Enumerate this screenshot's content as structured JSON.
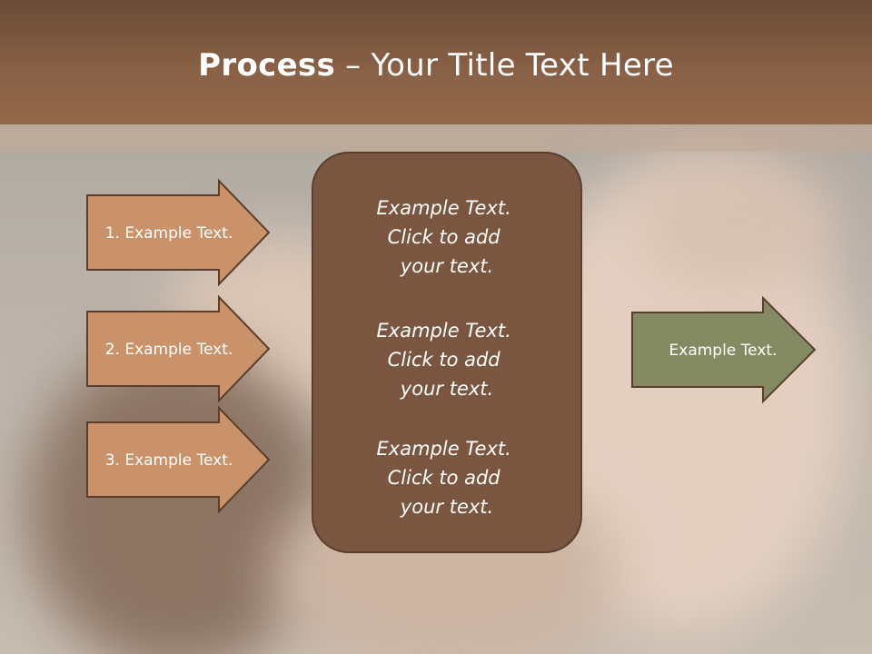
{
  "title": {
    "bold": "Process",
    "rest": " – Your Title Text Here"
  },
  "input_arrows": [
    {
      "label": "1. Example Text."
    },
    {
      "label": "2. Example Text."
    },
    {
      "label": "3. Example Text."
    }
  ],
  "center_box": {
    "blocks": [
      {
        "lines": [
          "Example Text.",
          "Click  to add",
          "your text."
        ]
      },
      {
        "lines": [
          "Example Text.",
          "Click  to add",
          "your text."
        ]
      },
      {
        "lines": [
          "Example Text.",
          "Click  to add",
          "your text."
        ]
      }
    ]
  },
  "output_arrow": {
    "label": "Example Text."
  },
  "colors": {
    "title_bar": "#8a6247",
    "input_arrow_fill": "#c9926a",
    "center_box_fill": "#7a5640",
    "output_arrow_fill": "#848a62",
    "shape_border": "#5a3d2c"
  }
}
